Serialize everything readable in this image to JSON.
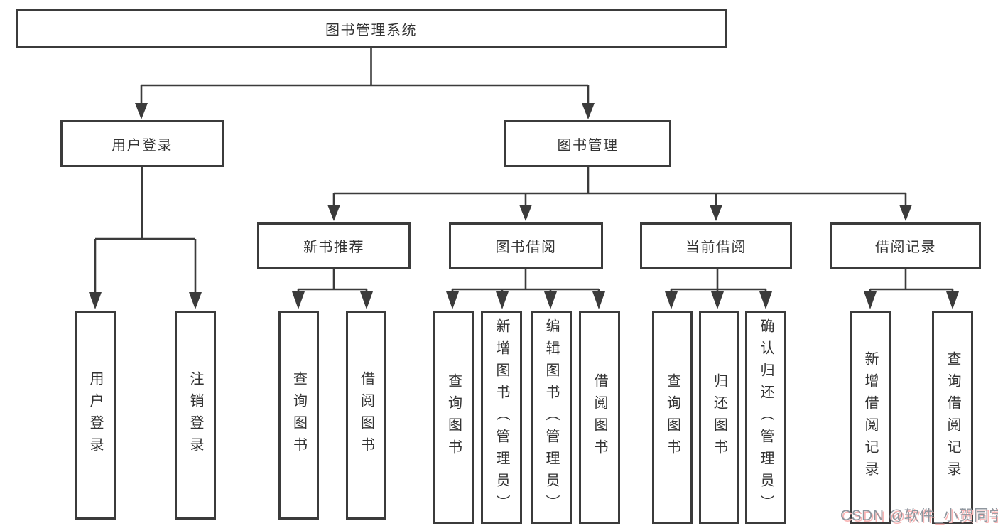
{
  "nodes": {
    "root": {
      "label": "图书管理系统"
    },
    "branches": [
      {
        "label": "用户登录",
        "children": [
          {
            "label": "用户登录"
          },
          {
            "label": "注销登录"
          }
        ]
      },
      {
        "label": "图书管理",
        "children": [
          {
            "label": "新书推荐",
            "children": [
              {
                "label": "查询图书"
              },
              {
                "label": "借阅图书"
              }
            ]
          },
          {
            "label": "图书借阅",
            "children": [
              {
                "label": "查询图书"
              },
              {
                "label": "新增图书（管理员）"
              },
              {
                "label": "编辑图书（管理员）"
              },
              {
                "label": "借阅图书"
              }
            ]
          },
          {
            "label": "当前借阅",
            "children": [
              {
                "label": "查询图书"
              },
              {
                "label": "归还图书"
              },
              {
                "label": "确认归还（管理员）"
              }
            ]
          },
          {
            "label": "借阅记录",
            "children": [
              {
                "label": "新增借阅记录"
              },
              {
                "label": "查询借阅记录"
              }
            ]
          }
        ]
      }
    ]
  },
  "watermark": {
    "text": "CSDN @软件_小贺同学"
  },
  "colors": {
    "line": "#3b3b3b",
    "box_border": "#3b3b3b",
    "text": "#333333",
    "background": "#ffffff",
    "watermark_text": "#8f969e",
    "watermark_shadow": "#f9b6b6"
  }
}
